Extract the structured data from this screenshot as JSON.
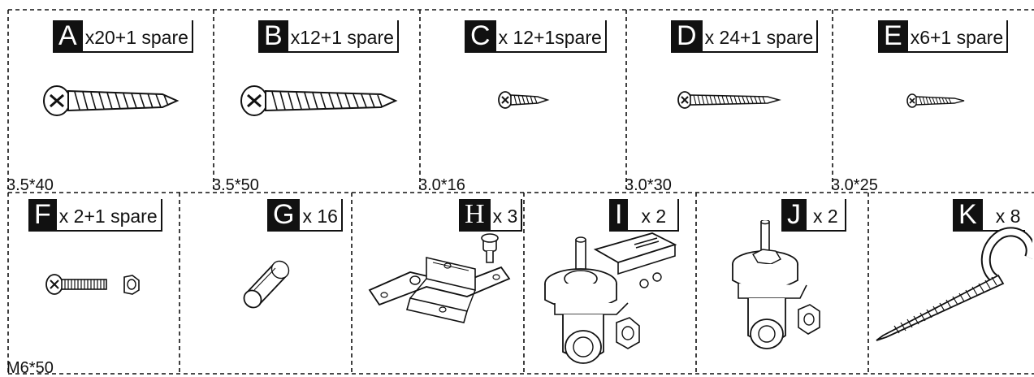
{
  "parts": [
    {
      "letter": "A",
      "qty": "x20+1 spare",
      "size": "3.5*40"
    },
    {
      "letter": "B",
      "qty": "x12+1 spare",
      "size": "3.5*50"
    },
    {
      "letter": "C",
      "qty": "x 12+1spare",
      "size": "3.0*16"
    },
    {
      "letter": "D",
      "qty": "x 24+1 spare",
      "size": "3.0*30"
    },
    {
      "letter": "E",
      "qty": "x6+1 spare",
      "size": "3.0*25"
    },
    {
      "letter": "F",
      "qty": "x 2+1 spare",
      "size": "M6*50"
    },
    {
      "letter": "G",
      "qty": "x 16"
    },
    {
      "letter": "H",
      "qty": "x 3"
    },
    {
      "letter": "I",
      "qty": "x 2"
    },
    {
      "letter": "J",
      "qty": "x 2"
    },
    {
      "letter": "K",
      "qty": "x 8"
    }
  ],
  "icons": {
    "A": "wood-screw-icon",
    "B": "wood-screw-icon",
    "C": "small-screw-icon",
    "D": "wood-screw-icon",
    "E": "small-screw-icon",
    "F": "bolt-and-nut-icon",
    "G": "wooden-dowel-icon",
    "H": "hinge-bracket-icon",
    "I": "caster-wheel-icon",
    "J": "caster-wheel-icon",
    "K": "screw-hook-icon"
  },
  "colors": {
    "ink": "#111111",
    "paper": "#ffffff"
  }
}
